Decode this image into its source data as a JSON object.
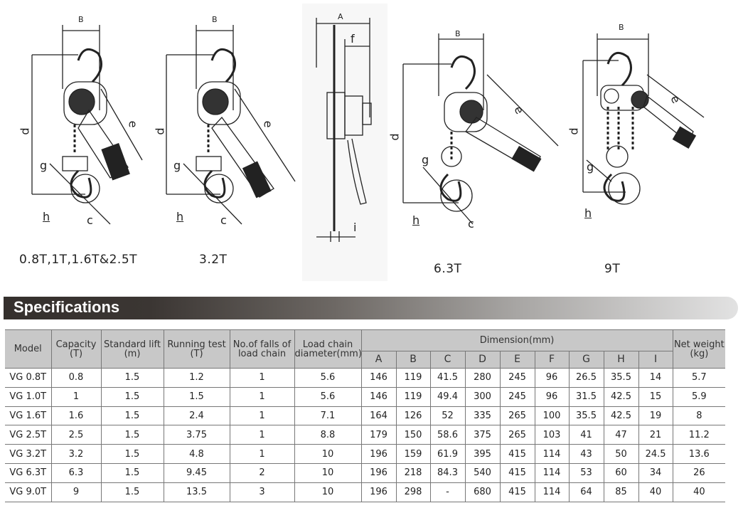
{
  "diagrams": [
    {
      "caption": "0.8T,1T,1.6T&2.5T",
      "labels": {
        "B": "B",
        "d": "d",
        "e": "e",
        "g": "g",
        "h": "h",
        "c": "c"
      }
    },
    {
      "caption": "3.2T",
      "labels": {
        "B": "B",
        "d": "d",
        "e": "e",
        "g": "g",
        "h": "h",
        "c": "c"
      }
    },
    {
      "caption": "",
      "labels": {
        "A": "A",
        "f": "f",
        "i": "i"
      }
    },
    {
      "caption": "6.3T",
      "labels": {
        "B": "B",
        "d": "d",
        "e": "e",
        "g": "g",
        "h": "h",
        "c": "c"
      }
    },
    {
      "caption": "9T",
      "labels": {
        "B": "B",
        "d": "d",
        "e": "e",
        "g": "g",
        "h": "h"
      }
    }
  ],
  "section_title": "Specifications",
  "table": {
    "headers": {
      "model": "Model",
      "capacity": "Capacity (T)",
      "standard_lift": "Standard lift (m)",
      "running_test": "Running test (T)",
      "falls": "No.of falls of load chain",
      "chain_diameter": "Load chain diameter(mm)",
      "dimension": "Dimension(mm)",
      "dims": [
        "A",
        "B",
        "C",
        "D",
        "E",
        "F",
        "G",
        "H",
        "I"
      ],
      "net_weight": "Net weight (kg)"
    },
    "rows": [
      [
        "VG 0.8T",
        "0.8",
        "1.5",
        "1.2",
        "1",
        "5.6",
        "146",
        "119",
        "41.5",
        "280",
        "245",
        "96",
        "26.5",
        "35.5",
        "14",
        "5.7"
      ],
      [
        "VG 1.0T",
        "1",
        "1.5",
        "1.5",
        "1",
        "5.6",
        "146",
        "119",
        "49.4",
        "300",
        "245",
        "96",
        "31.5",
        "42.5",
        "15",
        "5.9"
      ],
      [
        "VG 1.6T",
        "1.6",
        "1.5",
        "2.4",
        "1",
        "7.1",
        "164",
        "126",
        "52",
        "335",
        "265",
        "100",
        "35.5",
        "42.5",
        "19",
        "8"
      ],
      [
        "VG 2.5T",
        "2.5",
        "1.5",
        "3.75",
        "1",
        "8.8",
        "179",
        "150",
        "58.6",
        "375",
        "265",
        "103",
        "41",
        "47",
        "21",
        "11.2"
      ],
      [
        "VG 3.2T",
        "3.2",
        "1.5",
        "4.8",
        "1",
        "10",
        "196",
        "159",
        "61.9",
        "395",
        "415",
        "114",
        "43",
        "50",
        "24.5",
        "13.6"
      ],
      [
        "VG 6.3T",
        "6.3",
        "1.5",
        "9.45",
        "2",
        "10",
        "196",
        "218",
        "84.3",
        "540",
        "415",
        "114",
        "53",
        "60",
        "34",
        "26"
      ],
      [
        "VG 9.0T",
        "9",
        "1.5",
        "13.5",
        "3",
        "10",
        "196",
        "298",
        "-",
        "680",
        "415",
        "114",
        "64",
        "85",
        "40",
        "40"
      ]
    ]
  }
}
